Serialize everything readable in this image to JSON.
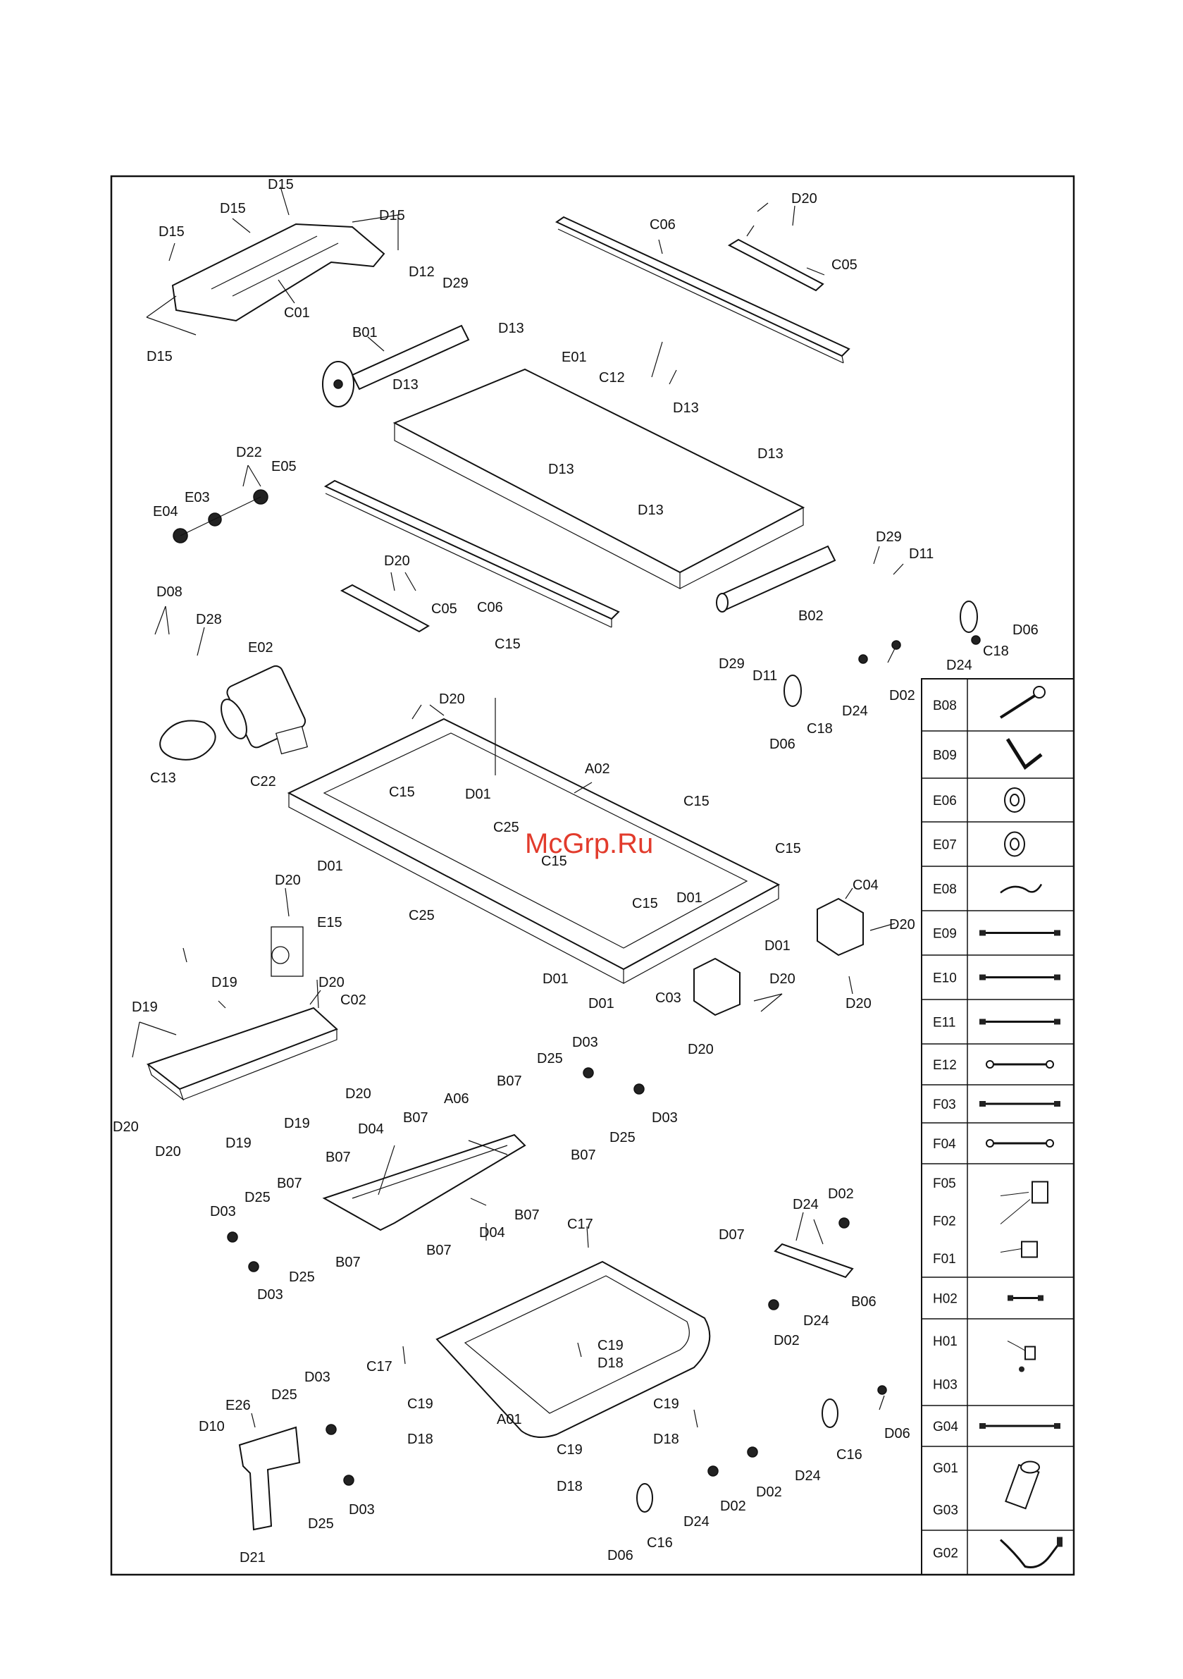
{
  "diagram": {
    "watermark": "McGrp.Ru",
    "callouts": [
      {
        "id": "d15a",
        "text": "D15"
      },
      {
        "id": "d15b",
        "text": "D15"
      },
      {
        "id": "d15c",
        "text": "D15"
      },
      {
        "id": "d15d",
        "text": "D15"
      },
      {
        "id": "d15e",
        "text": "D15"
      },
      {
        "id": "c01",
        "text": "C01"
      },
      {
        "id": "d12",
        "text": "D12"
      },
      {
        "id": "d29a",
        "text": "D29"
      },
      {
        "id": "b01",
        "text": "B01"
      },
      {
        "id": "d13a",
        "text": "D13"
      },
      {
        "id": "e01",
        "text": "E01"
      },
      {
        "id": "c12",
        "text": "C12"
      },
      {
        "id": "d13b",
        "text": "D13"
      },
      {
        "id": "d13c",
        "text": "D13"
      },
      {
        "id": "d13d",
        "text": "D13"
      },
      {
        "id": "d13e",
        "text": "D13"
      },
      {
        "id": "d13f",
        "text": "D13"
      },
      {
        "id": "c06a",
        "text": "C06"
      },
      {
        "id": "d20a",
        "text": "D20"
      },
      {
        "id": "c05a",
        "text": "C05"
      },
      {
        "id": "d22",
        "text": "D22"
      },
      {
        "id": "e05",
        "text": "E05"
      },
      {
        "id": "e03",
        "text": "E03"
      },
      {
        "id": "e04",
        "text": "E04"
      },
      {
        "id": "c06b",
        "text": "C06"
      },
      {
        "id": "d20b",
        "text": "D20"
      },
      {
        "id": "c05b",
        "text": "C05"
      },
      {
        "id": "d29b",
        "text": "D29"
      },
      {
        "id": "d11a",
        "text": "D11"
      },
      {
        "id": "b02",
        "text": "B02"
      },
      {
        "id": "d29c",
        "text": "D29"
      },
      {
        "id": "d11b",
        "text": "D11"
      },
      {
        "id": "d06a",
        "text": "D06"
      },
      {
        "id": "c18a",
        "text": "C18"
      },
      {
        "id": "d24a",
        "text": "D24"
      },
      {
        "id": "d02a",
        "text": "D02"
      },
      {
        "id": "d24b",
        "text": "D24"
      },
      {
        "id": "c18b",
        "text": "C18"
      },
      {
        "id": "d06b",
        "text": "D06"
      },
      {
        "id": "d08",
        "text": "D08"
      },
      {
        "id": "d28",
        "text": "D28"
      },
      {
        "id": "e02",
        "text": "E02"
      },
      {
        "id": "c13",
        "text": "C13"
      },
      {
        "id": "c22",
        "text": "C22"
      },
      {
        "id": "c15a",
        "text": "C15"
      },
      {
        "id": "d20c",
        "text": "D20"
      },
      {
        "id": "c15b",
        "text": "C15"
      },
      {
        "id": "d01a",
        "text": "D01"
      },
      {
        "id": "a02",
        "text": "A02"
      },
      {
        "id": "c25a",
        "text": "C25"
      },
      {
        "id": "c15c",
        "text": "C15"
      },
      {
        "id": "c15d",
        "text": "C15"
      },
      {
        "id": "c15e",
        "text": "C15"
      },
      {
        "id": "d01b",
        "text": "D01"
      },
      {
        "id": "d01c",
        "text": "D01"
      },
      {
        "id": "c25b",
        "text": "C25"
      },
      {
        "id": "c15f",
        "text": "C15"
      },
      {
        "id": "c04",
        "text": "C04"
      },
      {
        "id": "d20d",
        "text": "D20"
      },
      {
        "id": "d01d",
        "text": "D01"
      },
      {
        "id": "d01e",
        "text": "D01"
      },
      {
        "id": "d01f",
        "text": "D01"
      },
      {
        "id": "c03",
        "text": "C03"
      },
      {
        "id": "d20e",
        "text": "D20"
      },
      {
        "id": "d20f",
        "text": "D20"
      },
      {
        "id": "d20g",
        "text": "D20"
      },
      {
        "id": "d20h",
        "text": "D20"
      },
      {
        "id": "e15",
        "text": "E15"
      },
      {
        "id": "d19a",
        "text": "D19"
      },
      {
        "id": "d20i",
        "text": "D20"
      },
      {
        "id": "c02",
        "text": "C02"
      },
      {
        "id": "d19b",
        "text": "D19"
      },
      {
        "id": "d20j",
        "text": "D20"
      },
      {
        "id": "d20k",
        "text": "D20"
      },
      {
        "id": "d20l",
        "text": "D20"
      },
      {
        "id": "d19c",
        "text": "D19"
      },
      {
        "id": "d19d",
        "text": "D19"
      },
      {
        "id": "d03a",
        "text": "D03"
      },
      {
        "id": "d25a",
        "text": "D25"
      },
      {
        "id": "b07a",
        "text": "B07"
      },
      {
        "id": "a06",
        "text": "A06"
      },
      {
        "id": "d04a",
        "text": "D04"
      },
      {
        "id": "b07b",
        "text": "B07"
      },
      {
        "id": "d03b",
        "text": "D03"
      },
      {
        "id": "d25b",
        "text": "D25"
      },
      {
        "id": "b07c",
        "text": "B07"
      },
      {
        "id": "b07d",
        "text": "B07"
      },
      {
        "id": "d03c",
        "text": "D03"
      },
      {
        "id": "d25c",
        "text": "D25"
      },
      {
        "id": "b07e",
        "text": "B07"
      },
      {
        "id": "b07f",
        "text": "B07"
      },
      {
        "id": "d04b",
        "text": "D04"
      },
      {
        "id": "b07g",
        "text": "B07"
      },
      {
        "id": "d03d",
        "text": "D03"
      },
      {
        "id": "d25d",
        "text": "D25"
      },
      {
        "id": "b07h",
        "text": "B07"
      },
      {
        "id": "c17a",
        "text": "C17"
      },
      {
        "id": "d07",
        "text": "D07"
      },
      {
        "id": "d24c",
        "text": "D24"
      },
      {
        "id": "d02b",
        "text": "D02"
      },
      {
        "id": "b06",
        "text": "B06"
      },
      {
        "id": "d24d",
        "text": "D24"
      },
      {
        "id": "d02c",
        "text": "D02"
      },
      {
        "id": "c17b",
        "text": "C17"
      },
      {
        "id": "c19a",
        "text": "C19"
      },
      {
        "id": "d18a",
        "text": "D18"
      },
      {
        "id": "c19b",
        "text": "C19"
      },
      {
        "id": "d18b",
        "text": "D18"
      },
      {
        "id": "a01",
        "text": "A01"
      },
      {
        "id": "c19c",
        "text": "C19"
      },
      {
        "id": "d18c",
        "text": "D18"
      },
      {
        "id": "c19d",
        "text": "C19"
      },
      {
        "id": "d18d",
        "text": "D18"
      },
      {
        "id": "d03e",
        "text": "D03"
      },
      {
        "id": "d25e",
        "text": "D25"
      },
      {
        "id": "e26",
        "text": "E26"
      },
      {
        "id": "d10",
        "text": "D10"
      },
      {
        "id": "d06c",
        "text": "D06"
      },
      {
        "id": "c16a",
        "text": "C16"
      },
      {
        "id": "d24e",
        "text": "D24"
      },
      {
        "id": "d02d",
        "text": "D02"
      },
      {
        "id": "d25f",
        "text": "D25"
      },
      {
        "id": "d03f",
        "text": "D03"
      },
      {
        "id": "d21",
        "text": "D21"
      },
      {
        "id": "d24f",
        "text": "D24"
      },
      {
        "id": "d02e",
        "text": "D02"
      },
      {
        "id": "c16b",
        "text": "C16"
      },
      {
        "id": "d06d",
        "text": "D06"
      }
    ],
    "accessories": [
      {
        "code": "B08",
        "icon": "tool-wrench"
      },
      {
        "code": "B09",
        "icon": "allen-key"
      },
      {
        "code": "E06",
        "icon": "ferrite-ring"
      },
      {
        "code": "E07",
        "icon": "ferrite-ring"
      },
      {
        "code": "E08",
        "icon": "short-wire"
      },
      {
        "code": "E09",
        "icon": "cable"
      },
      {
        "code": "E10",
        "icon": "cable"
      },
      {
        "code": "E11",
        "icon": "cable"
      },
      {
        "code": "E12",
        "icon": "cable-ring"
      },
      {
        "code": "F03",
        "icon": "cable"
      },
      {
        "code": "F04",
        "icon": "cable-ring"
      },
      {
        "code": "F05",
        "icon": "switch-assembly"
      },
      {
        "code": "F02",
        "icon": "switch-assembly"
      },
      {
        "code": "F01",
        "icon": "switch-assembly"
      },
      {
        "code": "H02",
        "icon": "cable-short"
      },
      {
        "code": "H01",
        "icon": "clip-assembly"
      },
      {
        "code": "H03",
        "icon": "clip-assembly"
      },
      {
        "code": "G04",
        "icon": "cable"
      },
      {
        "code": "G01",
        "icon": "motor-bracket"
      },
      {
        "code": "G03",
        "icon": "motor-bracket"
      },
      {
        "code": "G02",
        "icon": "power-cord"
      }
    ]
  }
}
